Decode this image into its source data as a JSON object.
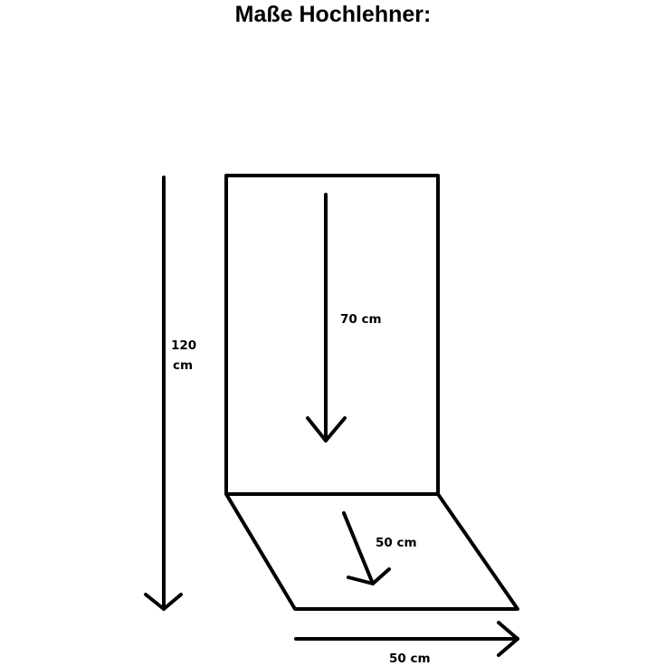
{
  "title": "Maße Hochlehner:",
  "labels": {
    "total_height_line1": "120",
    "total_height_line2": "cm",
    "back_height": "70 cm",
    "seat_depth": "50 cm",
    "width": "50 cm"
  },
  "colors": {
    "line": "#000000",
    "background": "#ffffff"
  }
}
